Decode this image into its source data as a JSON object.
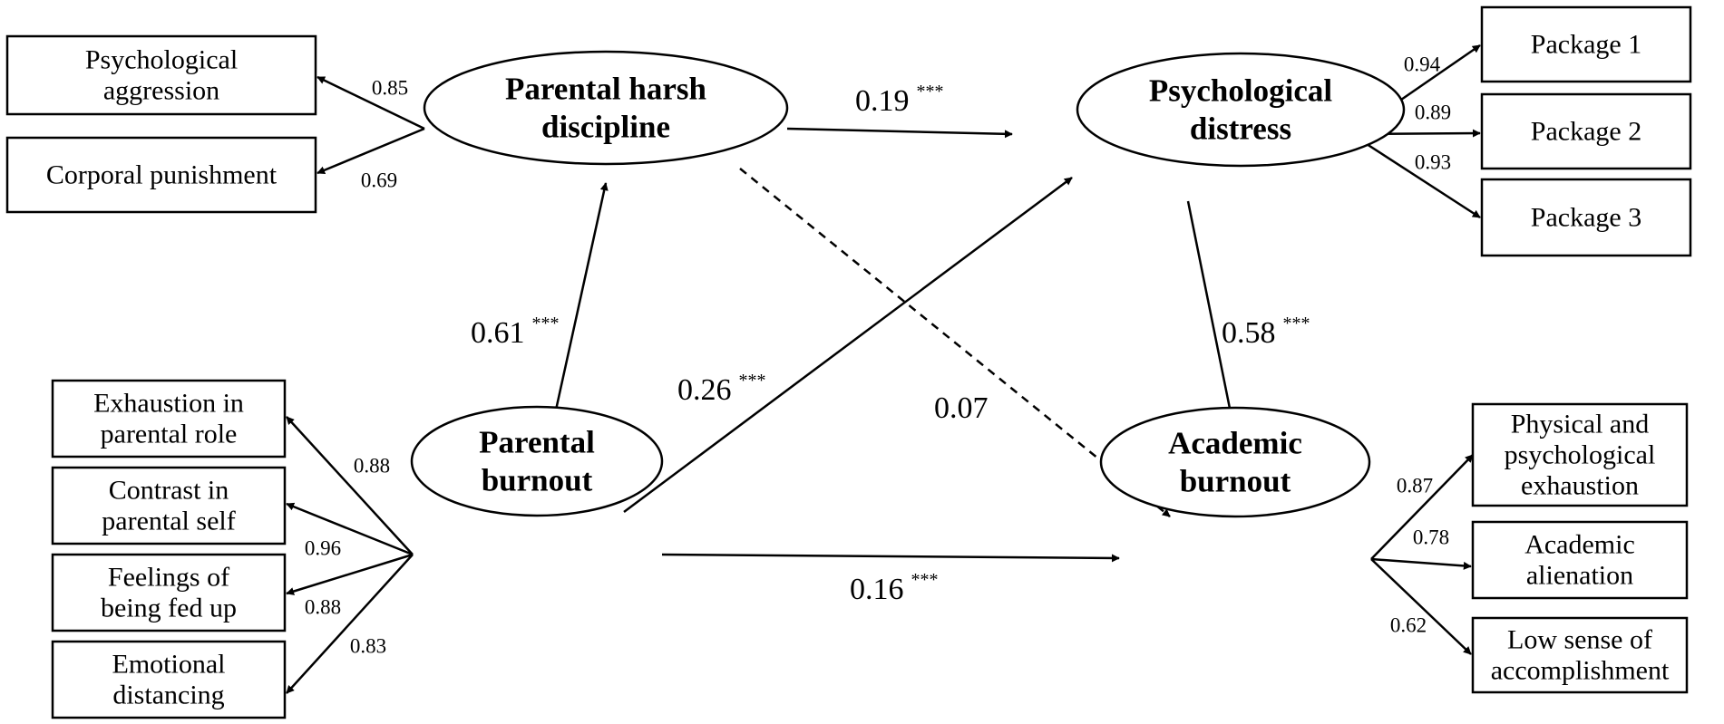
{
  "latent": {
    "harsh": {
      "lines": [
        "Parental harsh",
        "discipline"
      ]
    },
    "distress": {
      "lines": [
        "Psychological",
        "distress"
      ]
    },
    "parental_burnout": {
      "lines": [
        "Parental",
        "burnout"
      ]
    },
    "academic_burnout": {
      "lines": [
        "Academic",
        "burnout"
      ]
    }
  },
  "indicators": {
    "harsh": [
      {
        "lines": [
          "Psychological",
          "aggression"
        ],
        "loading": "0.85"
      },
      {
        "lines": [
          "Corporal punishment"
        ],
        "loading": "0.69"
      }
    ],
    "distress": [
      {
        "lines": [
          "Package 1"
        ],
        "loading": "0.94"
      },
      {
        "lines": [
          "Package 2"
        ],
        "loading": "0.89"
      },
      {
        "lines": [
          "Package 3"
        ],
        "loading": "0.93"
      }
    ],
    "parental_burnout": [
      {
        "lines": [
          "Exhaustion in",
          "parental role"
        ],
        "loading": "0.88"
      },
      {
        "lines": [
          "Contrast in",
          "parental self"
        ],
        "loading": "0.96"
      },
      {
        "lines": [
          "Feelings of",
          "being fed up"
        ],
        "loading": "0.88"
      },
      {
        "lines": [
          "Emotional",
          "distancing"
        ],
        "loading": "0.83"
      }
    ],
    "academic_burnout": [
      {
        "lines": [
          "Physical and",
          "psychological",
          "exhaustion"
        ],
        "loading": "0.87"
      },
      {
        "lines": [
          "Academic",
          "alienation"
        ],
        "loading": "0.78"
      },
      {
        "lines": [
          "Low sense of",
          "accomplishment"
        ],
        "loading": "0.62"
      }
    ]
  },
  "paths": {
    "harsh_to_distress": {
      "value": "0.19",
      "sig": "***"
    },
    "pb_to_harsh": {
      "value": "0.61",
      "sig": "***"
    },
    "pb_to_distress": {
      "value": "0.26",
      "sig": "***"
    },
    "harsh_to_ab": {
      "value": "0.07",
      "sig": ""
    },
    "distress_to_ab": {
      "value": "0.58",
      "sig": "***"
    },
    "pb_to_ab": {
      "value": "0.16",
      "sig": "***"
    }
  }
}
